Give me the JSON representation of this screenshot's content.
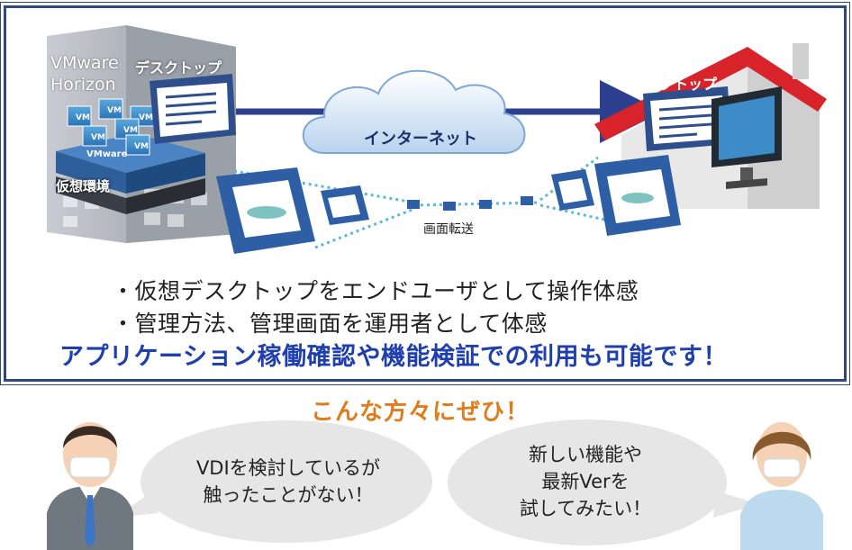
{
  "diagram": {
    "vmware_label": "VMware\nHorizon",
    "server_desktop_label": "デスクトップ",
    "virtual_env_label": "仮想環境",
    "cloud_label": "インターネット",
    "home_desktop_label": "デスクトップ",
    "screen_transfer_label": "画面転送",
    "vm_chip": "VM",
    "vmware_chip": "VMware"
  },
  "bullets": [
    "・仮想デスクトップをエンドユーザとして操作体感",
    "・管理方法、管理画面を運用者として体感"
  ],
  "cta": "アプリケーション稼働確認や機能検証での利用も可能です！",
  "bottom": {
    "title": "こんな方々にぜひ！",
    "left_bubble": [
      "VDIを検討しているが",
      "触ったことがない！"
    ],
    "right_bubble": [
      "新しい機能や",
      "最新Verを",
      "試してみたい！"
    ]
  },
  "colors": {
    "frame": "#2f4a7a",
    "cta": "#1f3fae",
    "title": "#e07c1b",
    "arrow": "#2d3f8f",
    "roof": "#d8232a"
  }
}
